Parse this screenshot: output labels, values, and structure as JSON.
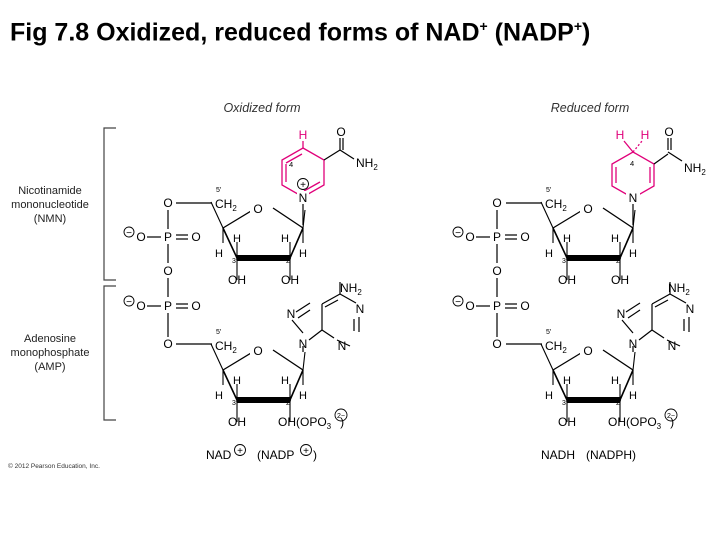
{
  "title": {
    "main": "Fig 7.8  Oxidized, reduced forms of NAD",
    "sup1": "+",
    "mid": " (NADP",
    "sup2": "+",
    "end": ")"
  },
  "headings": {
    "oxidized": "Oxidized form",
    "reduced": "Reduced form"
  },
  "labels": {
    "nmn_1": "Nicotinamide",
    "nmn_2": "mononucleotide",
    "nmn_3": "(NMN)",
    "amp_1": "Adenosine",
    "amp_2": "monophosphate",
    "amp_3": "(AMP)"
  },
  "captions": {
    "nad": "NAD",
    "nadp": "(NADP",
    "nadp_close": ")",
    "nadh": "NADH",
    "nadph": "(NADPH)"
  },
  "atoms": {
    "H": "H",
    "O": "O",
    "N": "N",
    "P": "P",
    "NH2": "NH",
    "sub2": "2",
    "sub3": "3",
    "CH2": "CH",
    "OH": "OH",
    "OPO": "OH(OPO",
    "close": ")",
    "pos4": "4",
    "pos5p": "5′",
    "pos3p": "3′",
    "pos2p": "2′",
    "plus": "+",
    "minus": "−",
    "twominus": "2−"
  },
  "copyright": "© 2012 Pearson Education, Inc.",
  "colors": {
    "highlight": "#e0007a",
    "text": "#000000",
    "bracket": "#444444"
  }
}
